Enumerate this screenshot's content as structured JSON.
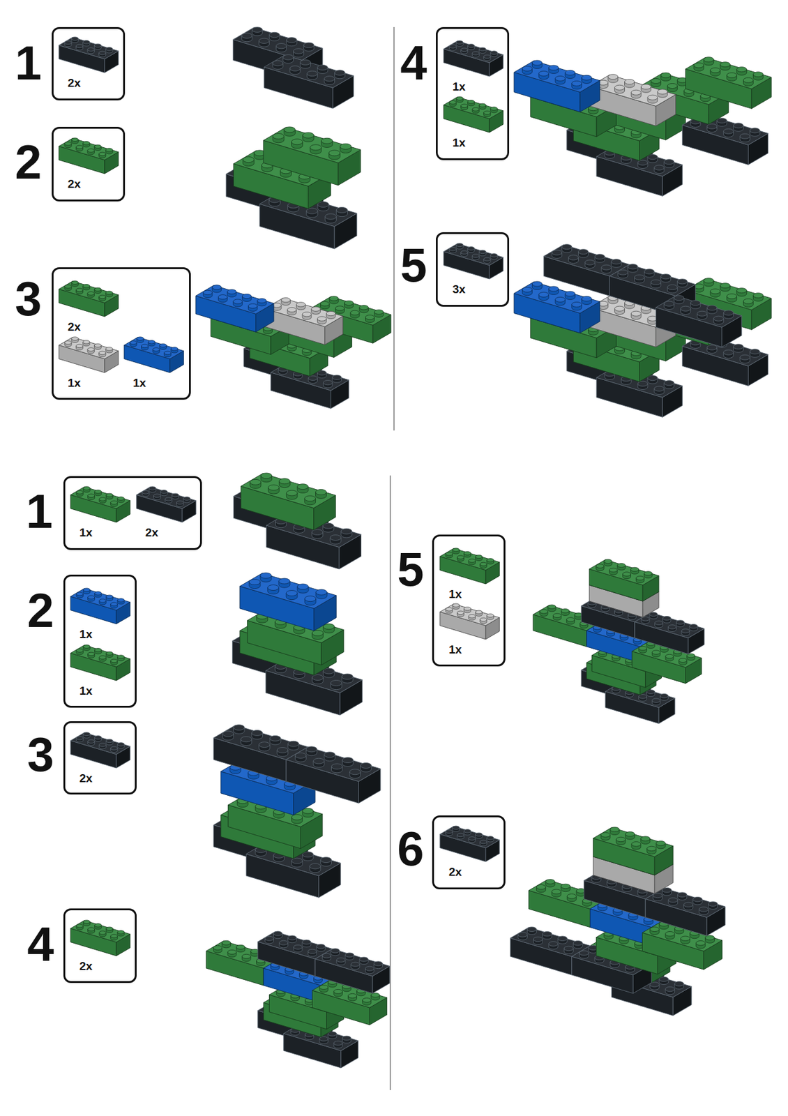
{
  "diagram": {
    "nodes": [
      {
        "text": [
          "2x"
        ]
      },
      {
        "text": [
          "2x"
        ]
      },
      {
        "text": [
          "2x",
          "1x",
          "1x"
        ]
      },
      {
        "text": [
          "1x",
          "1x"
        ]
      },
      {
        "text": [
          "3x"
        ]
      },
      {
        "text": [
          "1x",
          "2x"
        ]
      },
      {
        "text": [
          "1x",
          "1x"
        ]
      },
      {
        "text": [
          "2x"
        ]
      },
      {
        "text": [
          "2x"
        ]
      },
      {
        "text": [
          "1x",
          "1x"
        ]
      },
      {
        "text": [
          "2x"
        ]
      }
    ],
    "labels": [
      "1",
      "2",
      "3",
      "4",
      "5",
      "1",
      "2",
      "3",
      "4",
      "5",
      "6"
    ]
  }
}
